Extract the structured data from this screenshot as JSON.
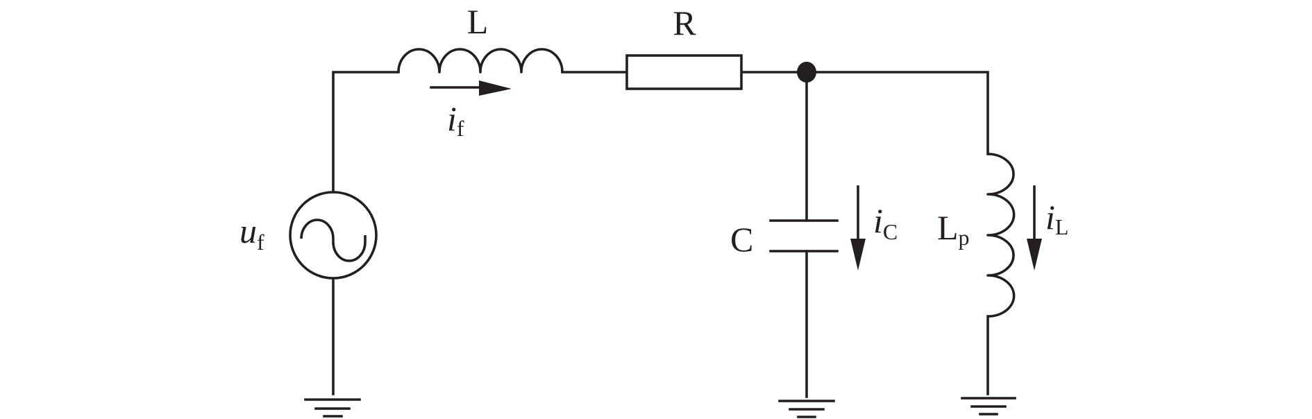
{
  "circuit": {
    "source": {
      "symbol": "u",
      "subscript": "f",
      "icon": "ac-voltage-source-icon"
    },
    "series_inductor": {
      "label": "L",
      "icon": "inductor-icon"
    },
    "series_resistor": {
      "label": "R",
      "icon": "resistor-icon"
    },
    "shunt_capacitor": {
      "label": "C",
      "icon": "capacitor-icon"
    },
    "shunt_inductor": {
      "label": "L",
      "subscript": "p",
      "icon": "inductor-icon"
    },
    "currents": {
      "source_current": {
        "symbol": "i",
        "subscript": "f"
      },
      "capacitor_current": {
        "symbol": "i",
        "subscript": "C"
      },
      "inductor_current": {
        "symbol": "i",
        "subscript": "L"
      }
    },
    "grounds": [
      "ground-icon",
      "ground-icon",
      "ground-icon"
    ],
    "colors": {
      "stroke": "#231f20",
      "background": "#ffffff"
    }
  }
}
